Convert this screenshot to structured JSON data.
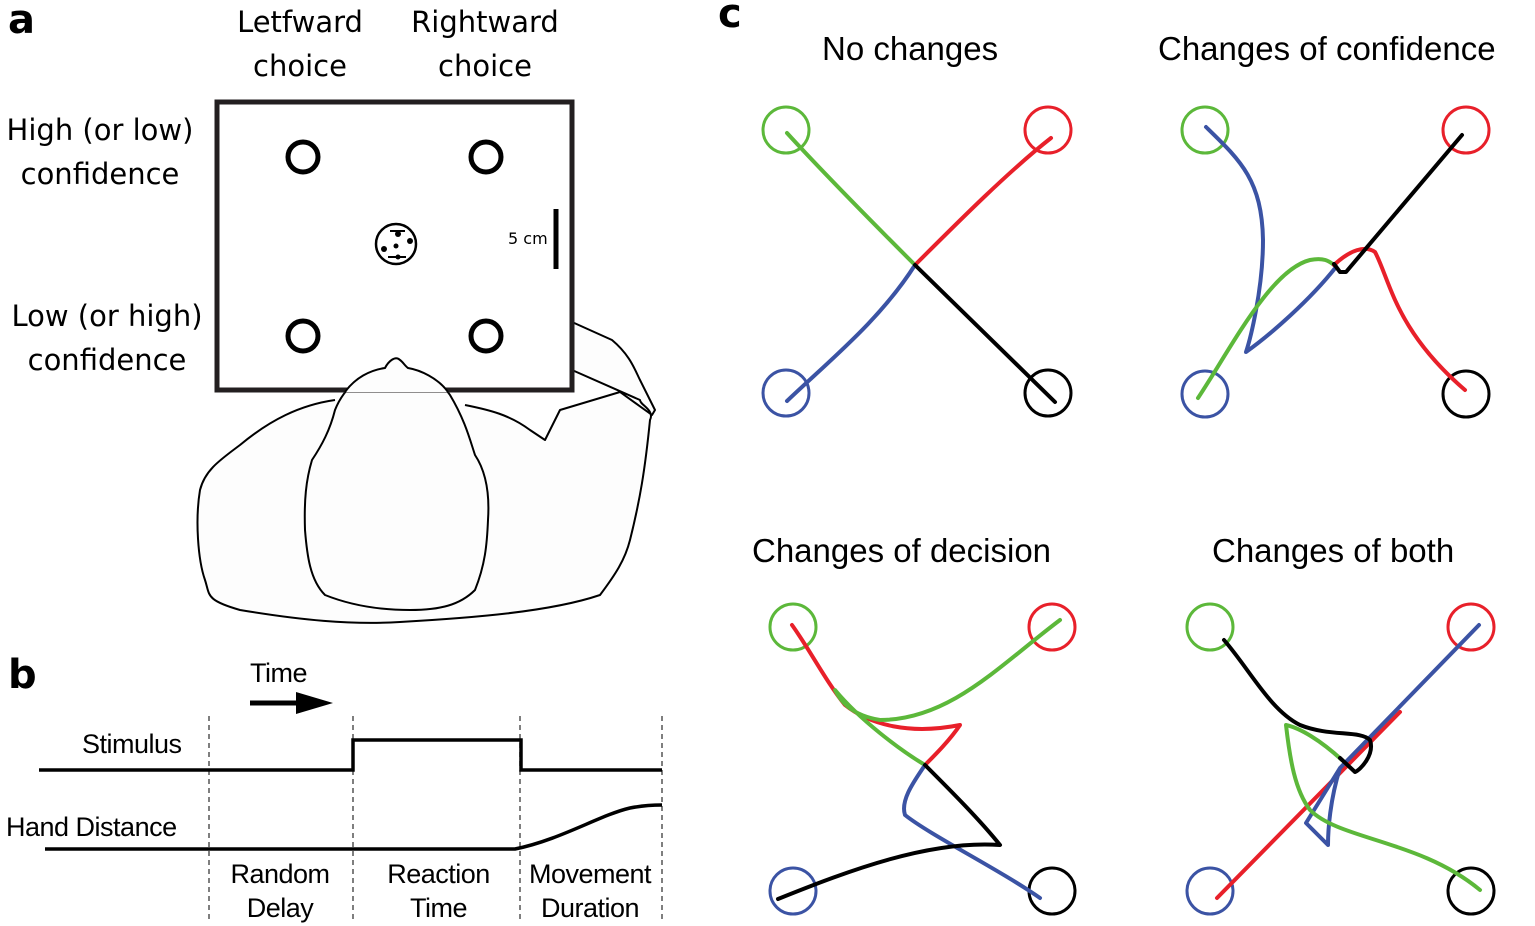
{
  "panel_a": {
    "letter": "a",
    "column_labels": [
      {
        "line1": "Letfward",
        "line2": "choice"
      },
      {
        "line1": "Rightward",
        "line2": "choice"
      }
    ],
    "row_labels": [
      {
        "line1": "High (or low)",
        "line2": "confidence"
      },
      {
        "line1": "Low (or high)",
        "line2": "confidence"
      }
    ],
    "scale_bar_label": "5 cm"
  },
  "panel_b": {
    "letter": "b",
    "time_label": "Time",
    "signals": [
      "Stimulus",
      "Hand Distance"
    ],
    "phases": [
      {
        "line1": "Random",
        "line2": "Delay"
      },
      {
        "line1": "Reaction",
        "line2": "Time"
      },
      {
        "line1": "Movement",
        "line2": "Duration"
      }
    ]
  },
  "panel_c": {
    "letter": "c",
    "target_colors": {
      "top_left": "#5cb83a",
      "top_right": "#e8202a",
      "bottom_left": "#3b53a4",
      "bottom_right": "#000000"
    },
    "subplots": [
      {
        "title": "No changes"
      },
      {
        "title": "Changes of confidence"
      },
      {
        "title": "Changes of decision"
      },
      {
        "title": "Changes of both"
      }
    ]
  }
}
